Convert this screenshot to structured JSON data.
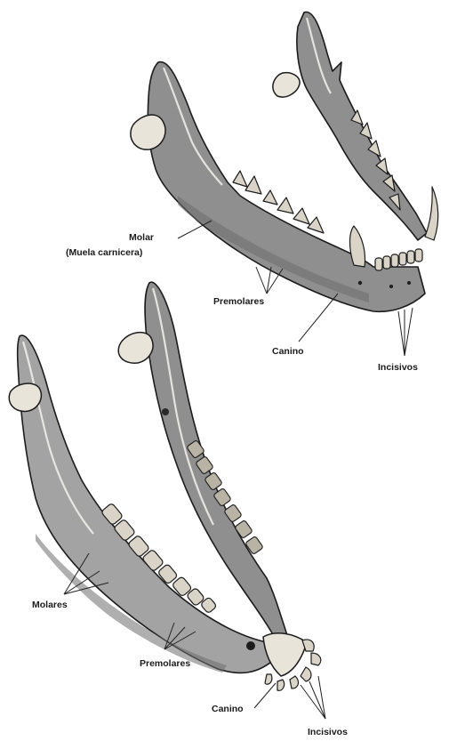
{
  "figure": {
    "top_jaw": {
      "molar": "Molar",
      "molar_note": "(Muela carnicera)",
      "premolars": "Premolares",
      "canine": "Canino",
      "incisors": "Incisivos"
    },
    "bottom_jaw": {
      "molars": "Molares",
      "premolars": "Premolares",
      "canine": "Canino",
      "incisors": "Incisivos"
    }
  }
}
